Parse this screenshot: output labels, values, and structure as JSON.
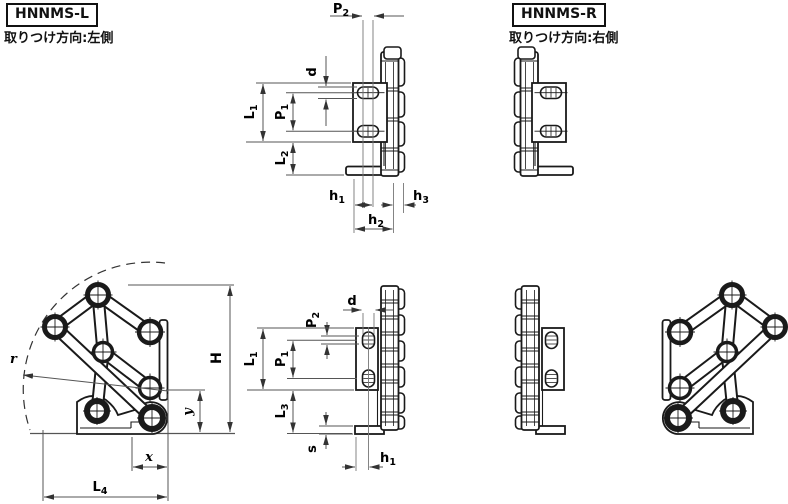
{
  "headers": {
    "left": {
      "model": "HNNMS-L",
      "direction": "取りつけ方向:左側"
    },
    "right": {
      "model": "HNNMS-R",
      "direction": "取りつけ方向:右側"
    }
  },
  "labels": {
    "p2": {
      "base": "P",
      "sub": "2"
    },
    "p1": {
      "base": "P",
      "sub": "1"
    },
    "l1": {
      "base": "L",
      "sub": "1"
    },
    "l2": {
      "base": "L",
      "sub": "2"
    },
    "l3": {
      "base": "L",
      "sub": "3"
    },
    "l4": {
      "base": "L",
      "sub": "4"
    },
    "h1": {
      "base": "h",
      "sub": "1"
    },
    "h2": {
      "base": "h",
      "sub": "2"
    },
    "h3": {
      "base": "h",
      "sub": "3"
    },
    "d": {
      "base": "d",
      "sub": ""
    },
    "s": {
      "base": "s",
      "sub": ""
    },
    "r": {
      "base": "r",
      "sub": ""
    },
    "x": {
      "base": "x",
      "sub": ""
    },
    "y": {
      "base": "y",
      "sub": ""
    },
    "H": {
      "base": "H",
      "sub": ""
    }
  },
  "colors": {
    "outline": "#1a1a1a",
    "dimension": "#555555",
    "background": "#ffffff"
  }
}
